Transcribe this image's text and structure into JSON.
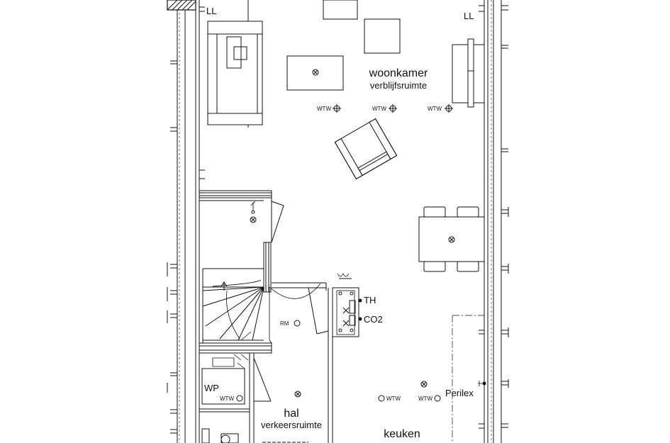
{
  "rooms": {
    "woonkamer": {
      "name": "woonkamer",
      "function": "verblijfsruimte"
    },
    "hal": {
      "name": "hal",
      "function": "verkeersruimte"
    },
    "keuken": {
      "name": "keuken"
    }
  },
  "labels": {
    "ll_left": "LL",
    "ll_right": "LL",
    "wtw": "WTW",
    "rm": "RM",
    "th": "TH",
    "co2": "CO2",
    "wp": "WP",
    "perilex": "Perilex"
  },
  "colors": {
    "line": "#111111",
    "background": "#ffffff"
  }
}
